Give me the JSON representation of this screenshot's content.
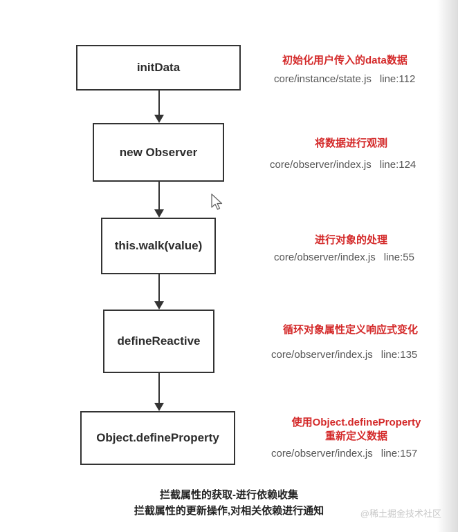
{
  "nodes": [
    {
      "label": "initData",
      "note": {
        "title": "初始化用户传入的data数据",
        "path": "core/instance/state.js",
        "line": "line:112"
      }
    },
    {
      "label": "new Observer",
      "note": {
        "title": "将数据进行观测",
        "path": "core/observer/index.js",
        "line": "line:124"
      }
    },
    {
      "label": "this.walk(value)",
      "note": {
        "title": "进行对象的处理",
        "path": "core/observer/index.js",
        "line": "line:55"
      }
    },
    {
      "label": "defineReactive",
      "note": {
        "title": "循环对象属性定义响应式变化",
        "path": "core/observer/index.js",
        "line": "line:135"
      }
    },
    {
      "label": "Object.defineProperty",
      "note": {
        "title_lines": [
          "使用Object.defineProperty",
          "重新定义数据"
        ],
        "path": "core/observer/index.js",
        "line": "line:157"
      }
    }
  ],
  "caption": {
    "line1": "拦截属性的获取-进行依赖收集",
    "line2": "拦截属性的更新操作,对相关依赖进行通知"
  },
  "watermark": "@稀土掘金技术社区",
  "colors": {
    "note_title": "#d42a2a",
    "box_border": "#333333",
    "path_text": "#555555"
  }
}
